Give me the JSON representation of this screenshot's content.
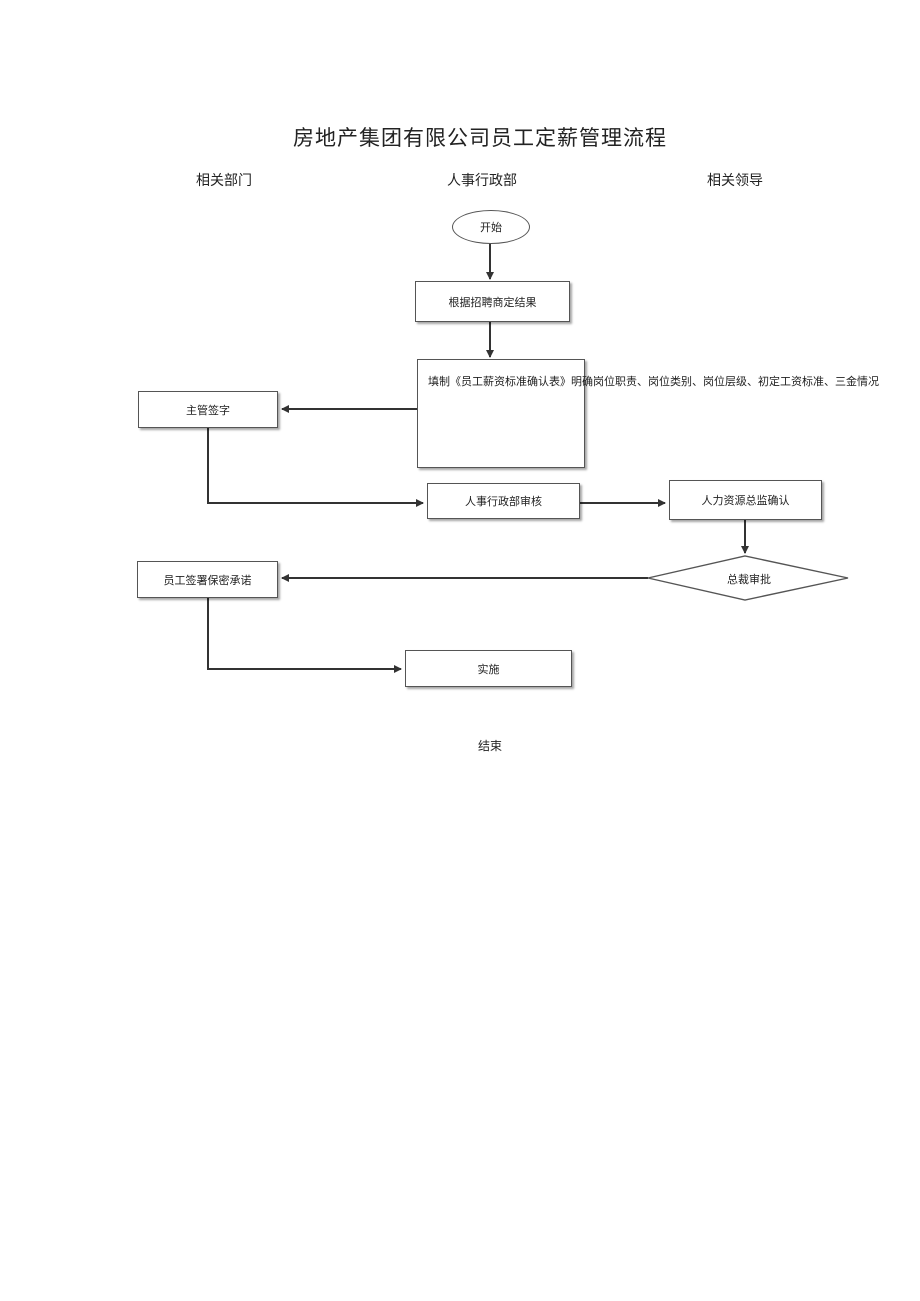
{
  "title": "房地产集团有限公司员工定薪管理流程",
  "lanes": [
    "相关部门",
    "人事行政部",
    "相关领导"
  ],
  "nodes": {
    "start": "开始",
    "negotiate": "根据招聘商定结果",
    "fill_form": [
      "填制《员工薪资标准确认表》",
      "明确岗位职责、岗位类别、",
      "岗位层级、初定工资标准、",
      "三金情况"
    ],
    "supervisor_sign": "主管签字",
    "hr_review": "人事行政部审核",
    "hr_director": "人力资源总监确认",
    "ceo_approve": "总裁审批",
    "confidentiality": "员工签署保密承诺",
    "implement": "实施",
    "end": "结束"
  }
}
